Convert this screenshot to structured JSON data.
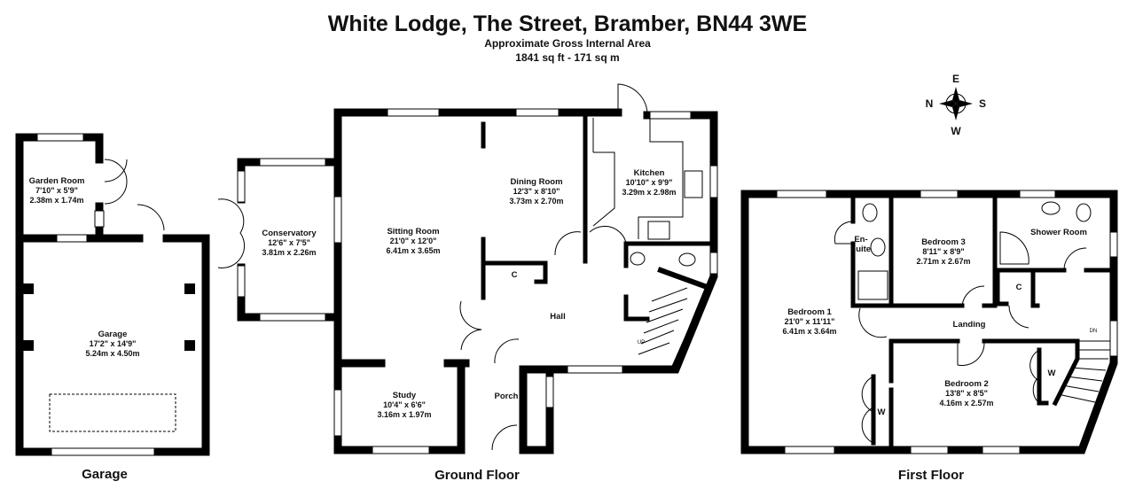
{
  "header": {
    "title": "White Lodge, The Street, Bramber, BN44 3WE",
    "subtitle": "Approximate Gross Internal Area",
    "area": "1841 sq ft - 171 sq m"
  },
  "compass": {
    "n": "N",
    "e": "E",
    "s": "S",
    "w": "W"
  },
  "floors": {
    "garage": {
      "label": "Garage",
      "rooms": [
        {
          "name": "Garden Room",
          "imperial": "7'10\" x 5'9\"",
          "metric": "2.38m x 1.74m"
        },
        {
          "name": "Garage",
          "imperial": "17'2\" x 14'9\"",
          "metric": "5.24m x 4.50m"
        }
      ]
    },
    "ground": {
      "label": "Ground Floor",
      "rooms": [
        {
          "name": "Conservatory",
          "imperial": "12'6\" x 7'5\"",
          "metric": "3.81m x 2.26m"
        },
        {
          "name": "Sitting Room",
          "imperial": "21'0\" x 12'0\"",
          "metric": "6.41m x 3.65m"
        },
        {
          "name": "Dining Room",
          "imperial": "12'3\" x 8'10\"",
          "metric": "3.73m x 2.70m"
        },
        {
          "name": "Kitchen",
          "imperial": "10'10\" x 9'9\"",
          "metric": "3.29m x 2.98m"
        },
        {
          "name": "Study",
          "imperial": "10'4\" x 6'6\"",
          "metric": "3.16m x 1.97m"
        },
        {
          "name": "Porch"
        },
        {
          "name": "Hall"
        },
        {
          "name": "C"
        }
      ],
      "stairs": "UP"
    },
    "first": {
      "label": "First Floor",
      "rooms": [
        {
          "name": "Bedroom 1",
          "imperial": "21'0\" x 11'11\"",
          "metric": "6.41m x 3.64m"
        },
        {
          "name": "En-",
          "name2": "suite"
        },
        {
          "name": "Bedroom 3",
          "imperial": "8'11\" x 8'9\"",
          "metric": "2.71m x 2.67m"
        },
        {
          "name": "Shower Room"
        },
        {
          "name": "Landing"
        },
        {
          "name": "C"
        },
        {
          "name": "Bedroom 2",
          "imperial": "13'8\" x 8'5\"",
          "metric": "4.16m x 2.57m"
        },
        {
          "name": "W"
        },
        {
          "name": "W"
        }
      ],
      "stairs": "DN"
    }
  }
}
